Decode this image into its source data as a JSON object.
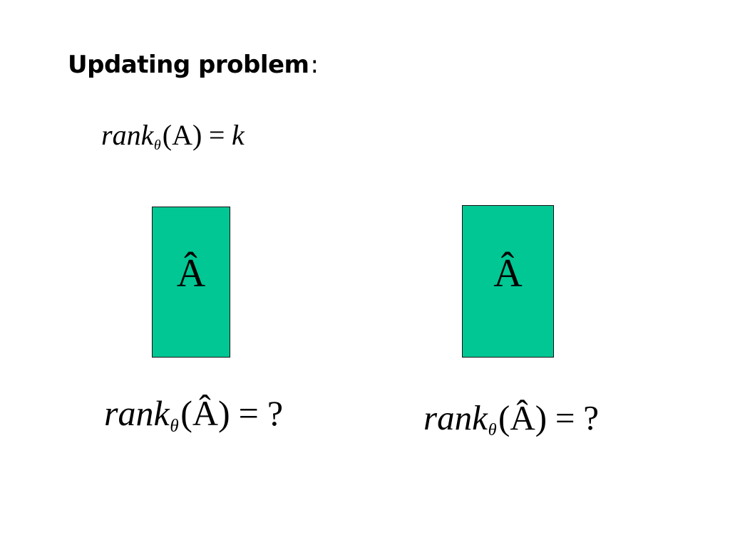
{
  "title": {
    "text": "Updating problem",
    "colon": ":"
  },
  "equations": {
    "given": {
      "func": "rank",
      "sub": "θ",
      "arg": "(A)",
      "rel": "=",
      "result": "k"
    },
    "bottom_left": {
      "func": "rank",
      "sub": "θ",
      "arg": "(Â)",
      "rel": "=",
      "result": "?"
    },
    "bottom_right": {
      "func": "rank",
      "sub": "θ",
      "arg": "(Â)",
      "rel": "=",
      "result": "?"
    }
  },
  "matrices": {
    "left": {
      "label": "Â"
    },
    "right": {
      "label": "Â"
    }
  },
  "colors": {
    "background": "#FFFFFF",
    "text": "#000000",
    "matrix_fill": "#00C794",
    "matrix_border": "#101010"
  }
}
